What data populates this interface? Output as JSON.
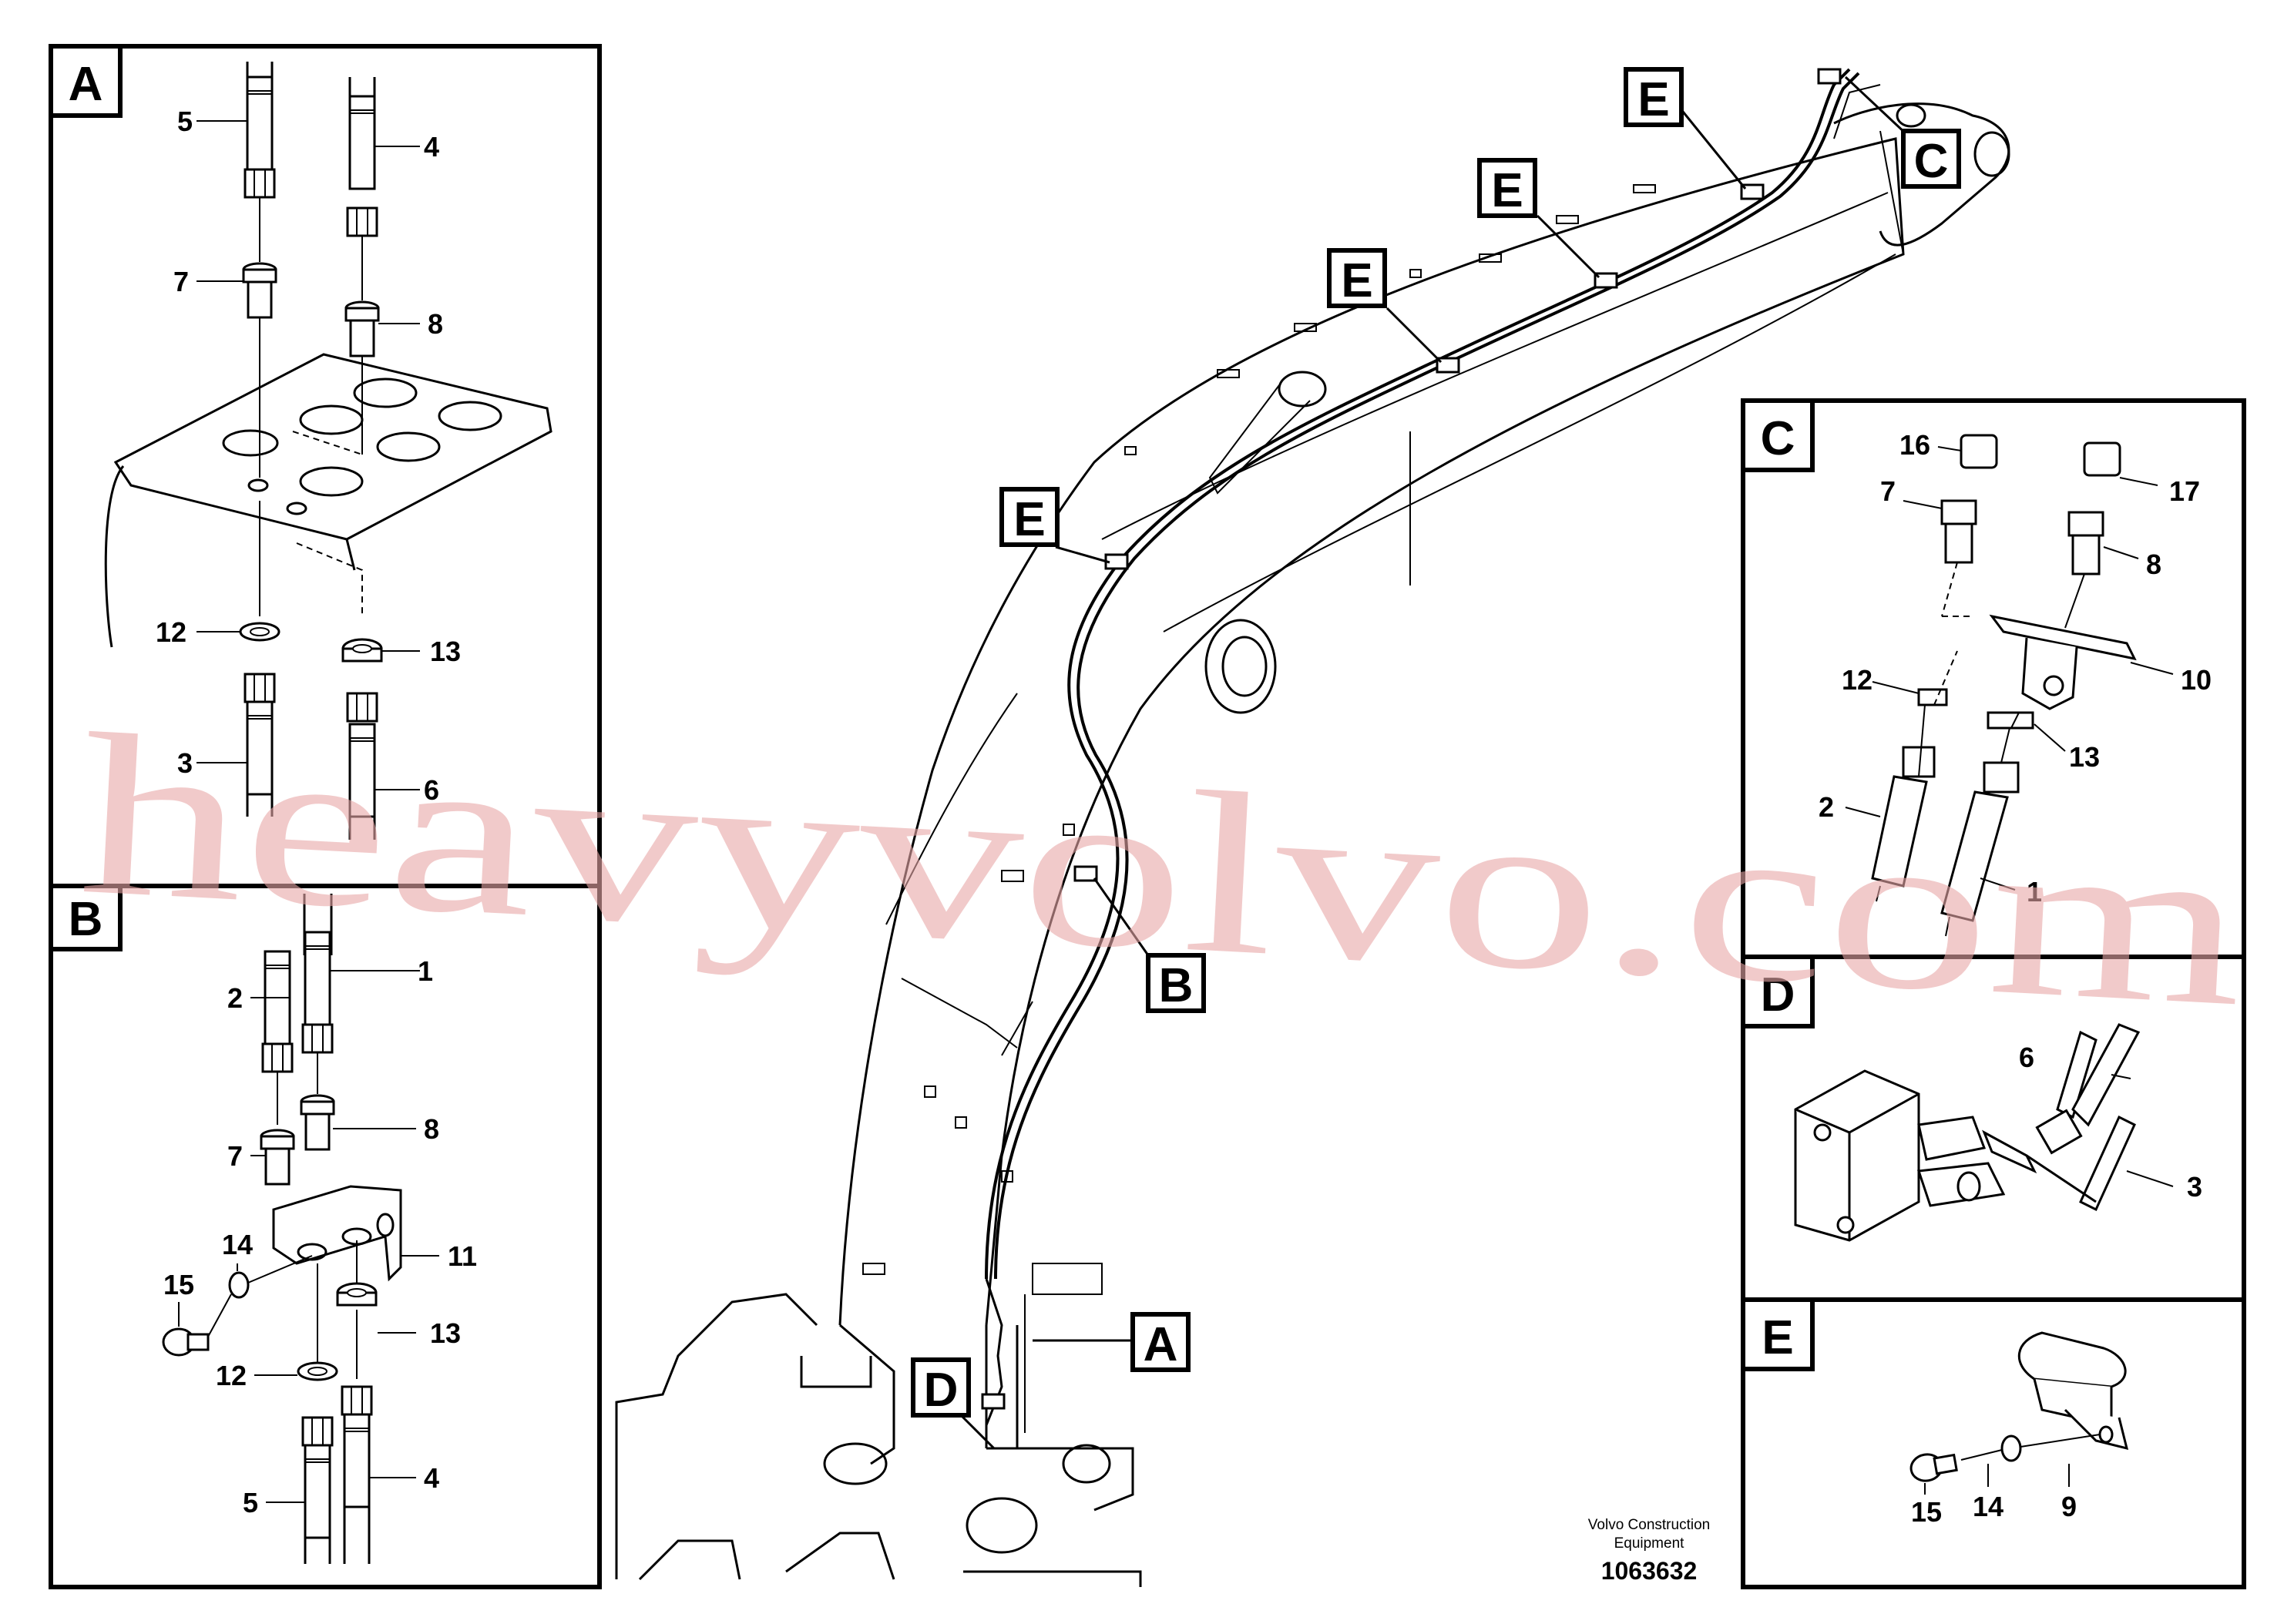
{
  "diagram": {
    "panels": {
      "A": {
        "label": "A",
        "items": [
          "5",
          "4",
          "7",
          "8",
          "12",
          "13",
          "3",
          "6"
        ]
      },
      "B": {
        "label": "B",
        "items": [
          "2",
          "1",
          "7",
          "8",
          "14",
          "15",
          "11",
          "12",
          "13",
          "5",
          "4"
        ]
      },
      "C": {
        "label": "C",
        "items": [
          "16",
          "17",
          "7",
          "8",
          "12",
          "10",
          "13",
          "2",
          "1"
        ]
      },
      "D": {
        "label": "D",
        "items": [
          "6",
          "3"
        ]
      },
      "E": {
        "label": "E",
        "items": [
          "15",
          "14",
          "9"
        ]
      }
    },
    "callouts": [
      "E",
      "E",
      "E",
      "E",
      "C",
      "B",
      "A",
      "D"
    ],
    "caption_line1": "Volvo Construction",
    "caption_line2": "Equipment",
    "drawing_number": "1063632",
    "watermark": "heavyvolvo.com"
  }
}
